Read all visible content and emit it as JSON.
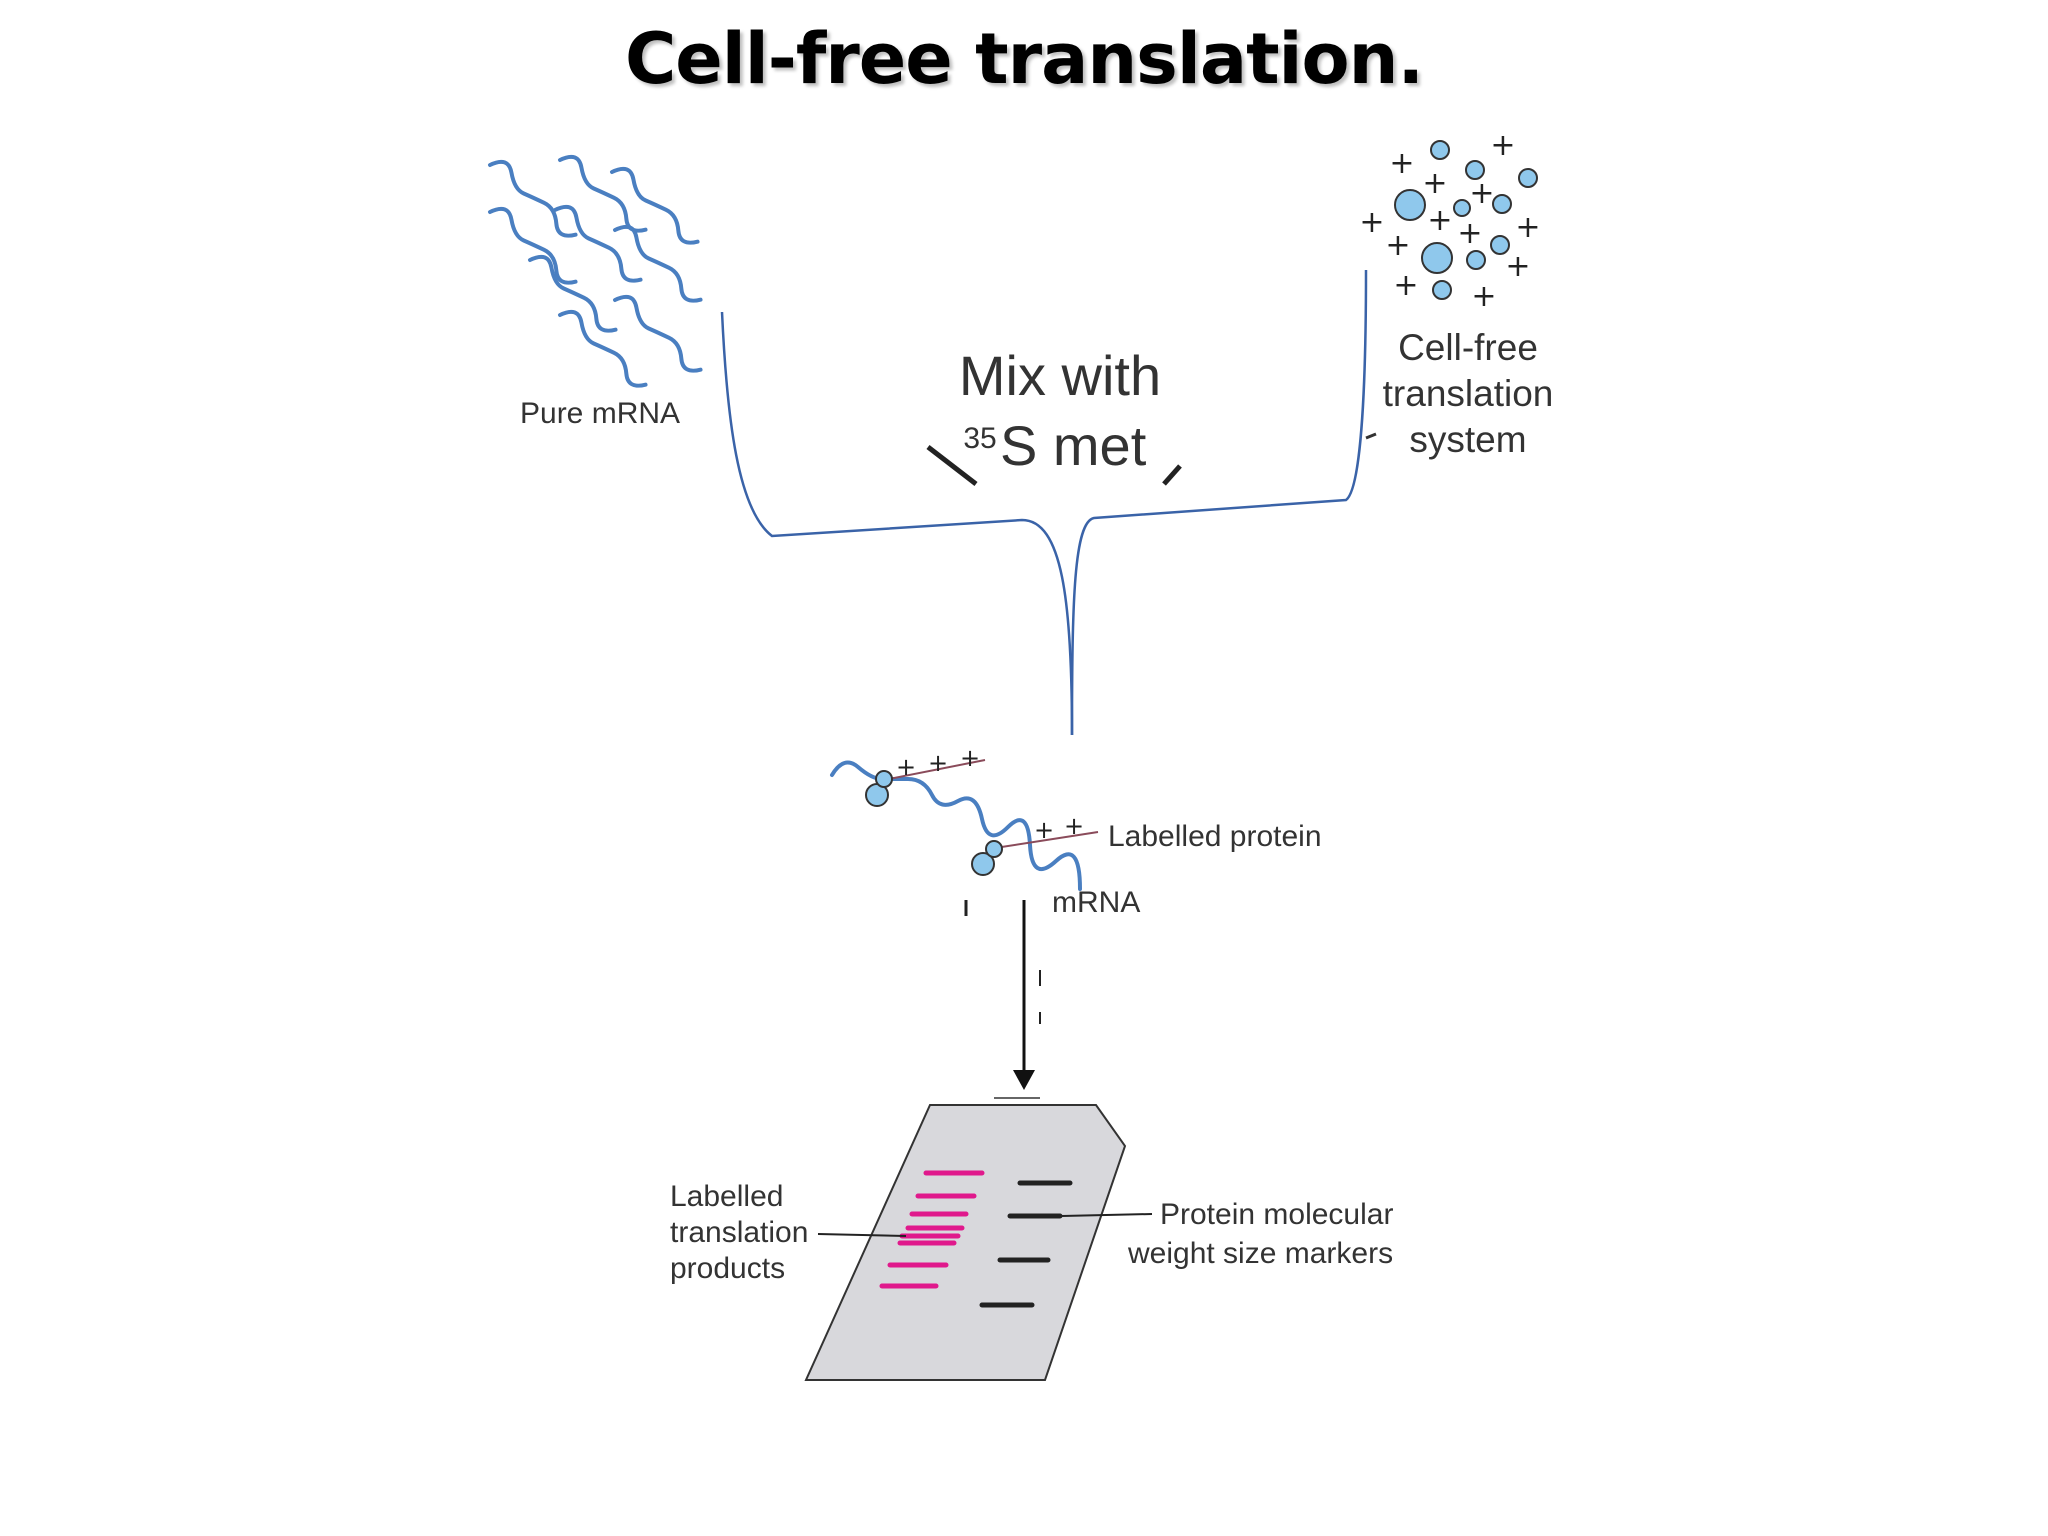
{
  "title": "Cell-free translation.",
  "labels": {
    "pure_mrna": "Pure mRNA",
    "mix_line1": "Mix with",
    "mix_sup": "35",
    "mix_line2": "S met",
    "cell_free_1": "Cell-free",
    "cell_free_2": "translation",
    "cell_free_3": "system",
    "labelled_protein": "Labelled protein",
    "mrna": "mRNA",
    "products_1": "Labelled",
    "products_2": "translation",
    "products_3": "products",
    "markers_1": "Protein molecular",
    "markers_2": "weight size markers"
  },
  "colors": {
    "mrna_strand": "#4a7fc1",
    "ribosome": "#8fc8ec",
    "bracket": "#3a63a8",
    "product_band": "#e0198c",
    "marker_band": "#222222",
    "gel": "#d8d8dc"
  },
  "icons": {
    "mrna": "wavy-strand-icon",
    "ribosome": "ribosome-circle-icon",
    "amino_acid": "plus-icon",
    "gel": "gel-slab-icon"
  }
}
